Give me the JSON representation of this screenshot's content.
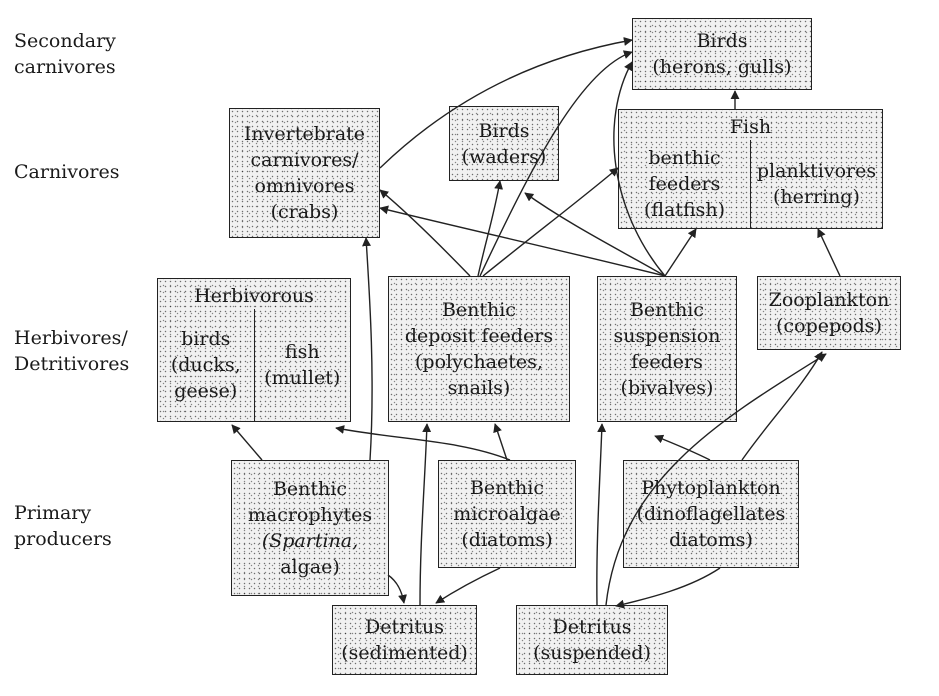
{
  "levels": {
    "secondary": "Secondary\ncarnivores",
    "carnivores": "Carnivores",
    "herbivores": "Herbivores/\nDetritivores",
    "producers": "Primary\nproducers"
  },
  "nodes": {
    "birds_herons": [
      "Birds",
      "(herons, gulls)"
    ],
    "invert_carn": [
      "Invertebrate",
      "carnivores/",
      "omnivores",
      "(crabs)"
    ],
    "birds_waders": [
      "Birds",
      "(waders)"
    ],
    "fish": {
      "title": "Fish",
      "left": [
        "benthic",
        "feeders",
        "(flatfish)"
      ],
      "right": [
        "planktivores",
        "(herring)"
      ]
    },
    "herbivorous": {
      "title": "Herbivorous",
      "left": [
        "birds",
        "(ducks,",
        "geese)"
      ],
      "right": [
        "fish",
        "(mullet)"
      ]
    },
    "deposit": [
      "Benthic",
      "deposit feeders",
      "(polychaetes,",
      "snails)"
    ],
    "suspension": [
      "Benthic",
      "suspension",
      "feeders",
      "(bivalves)"
    ],
    "zooplankton": [
      "Zooplankton",
      "(copepods)"
    ],
    "macrophytes": [
      "Benthic",
      "macrophytes",
      "(Spartina,",
      "algae)"
    ],
    "microalgae": [
      "Benthic",
      "microalgae",
      "(diatoms)"
    ],
    "phytoplankton": [
      "Phytoplankton",
      "(dinoflagellates",
      "diatoms)"
    ],
    "detritus_sed": [
      "Detritus",
      "(sedimented)"
    ],
    "detritus_susp": [
      "Detritus",
      "(suspended)"
    ]
  }
}
